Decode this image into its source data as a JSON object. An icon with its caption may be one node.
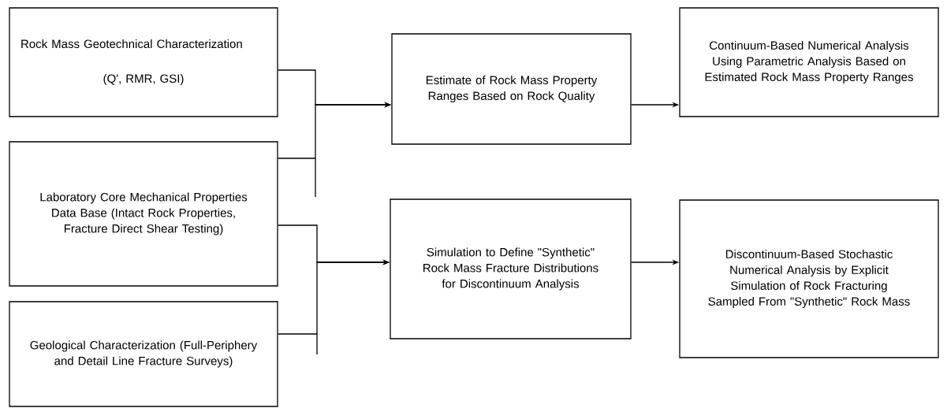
{
  "diagram": {
    "nodes": [
      {
        "text": [
          "Rock Mass Geotechnical Characterization",
          "(Q', RMR, GSI)"
        ]
      },
      {
        "text": [
          "Laboratory Core Mechanical Properties Data Base (Intact Rock Properties, Fracture Direct Shear Testing)"
        ]
      },
      {
        "text": [
          "Geological Characterization (Full-Periphery and Detail Line Fracture Surveys)"
        ]
      },
      {
        "text": [
          "Estimate of Rock Mass Property Ranges Based on Rock Quality"
        ]
      },
      {
        "text": [
          "Simulation to Define \"Synthetic\" Rock Mass Fracture Distributions for Discontinuum Analysis"
        ]
      },
      {
        "text": [
          "Continuum-Based Numerical Analysis Using Parametric Analysis Based on Estimated Rock Mass Property Ranges"
        ]
      },
      {
        "text": [
          "Discontinuum-Based Stochastic Numerical Analysis by Explicit Simulation of Rock Fracturing Sampled From \"Synthetic\" Rock Mass"
        ]
      }
    ],
    "edges": [
      {
        "from": 0,
        "to": 3,
        "arrow": "to"
      },
      {
        "from": 1,
        "to": 3,
        "arrow": "to"
      },
      {
        "from": 1,
        "to": 4,
        "arrow": "to"
      },
      {
        "from": 2,
        "to": 4,
        "arrow": "to"
      },
      {
        "from": 3,
        "to": 5,
        "arrow": "to"
      },
      {
        "from": 4,
        "to": 6,
        "arrow": "to"
      }
    ]
  }
}
